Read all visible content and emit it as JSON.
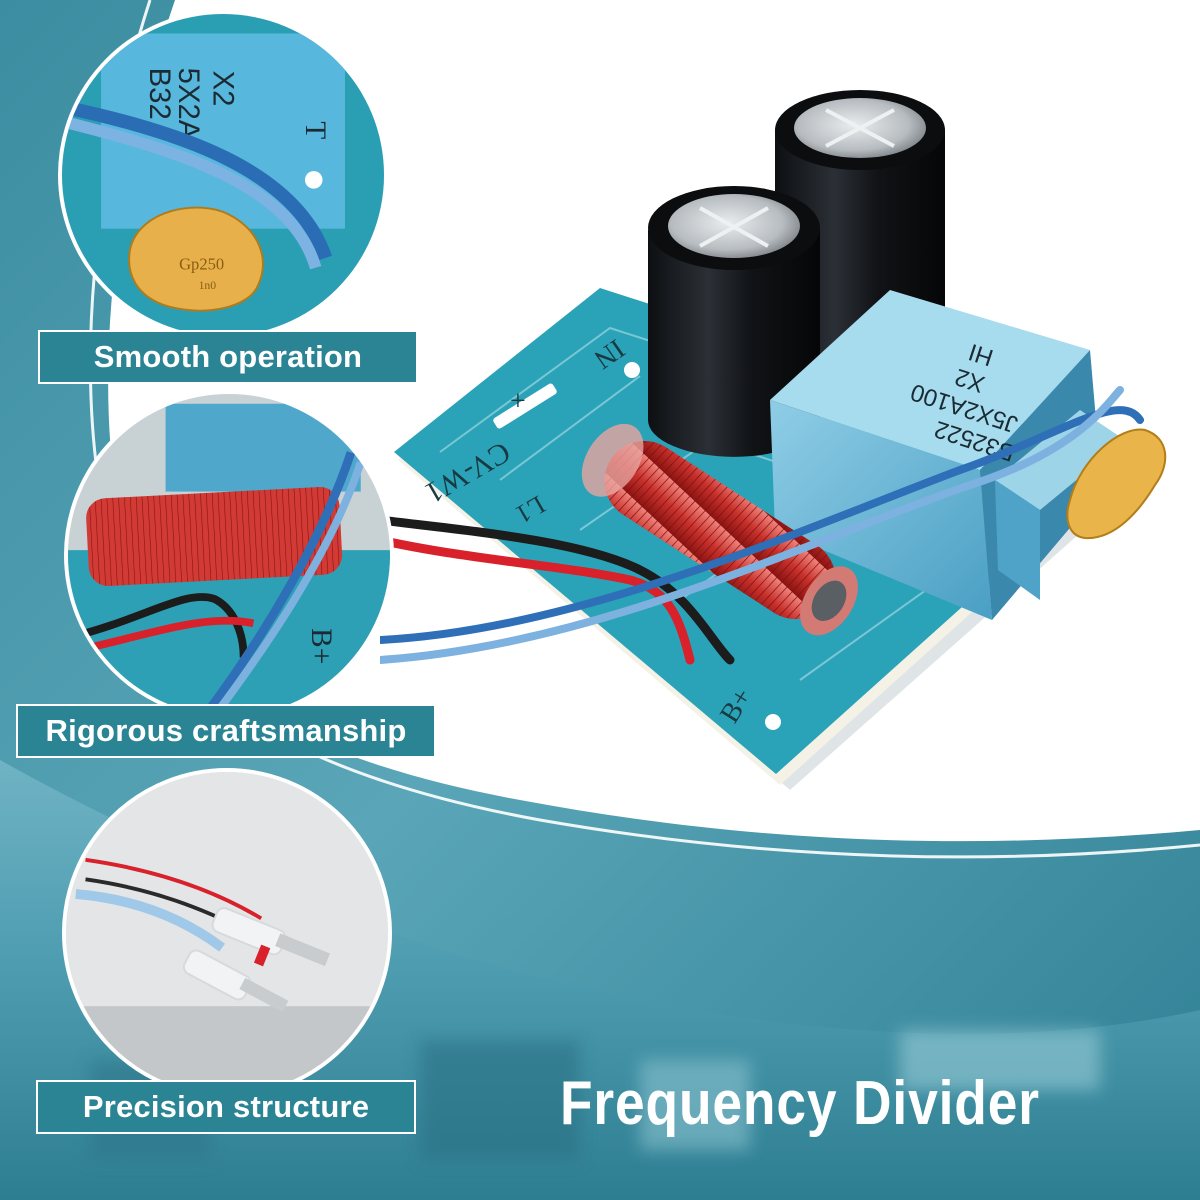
{
  "features": [
    {
      "label": "Smooth operation"
    },
    {
      "label": "Rigorous craftsmanship"
    },
    {
      "label": "Precision structure"
    }
  ],
  "title": "Frequency Divider",
  "board_markings": {
    "input": "IN",
    "plus": "+",
    "minus": "-",
    "woofer_out": "B+",
    "coil": "L1",
    "model": "CV-W1",
    "cap_line1": "B32522",
    "cap_line2": "J5X2A100",
    "cap_line3": "X2",
    "cap_line4": "HI",
    "small_cap_a": "B32",
    "small_cap_b": "5X2A",
    "small_cap_c": "X2",
    "yellow_cap": "Gp250",
    "yellow_cap_value": "1n0",
    "tweeter_out": "T"
  },
  "colors": {
    "accent": "#2b8494",
    "board": "#2aa3b8",
    "background_teal": "#3f8fa3"
  }
}
